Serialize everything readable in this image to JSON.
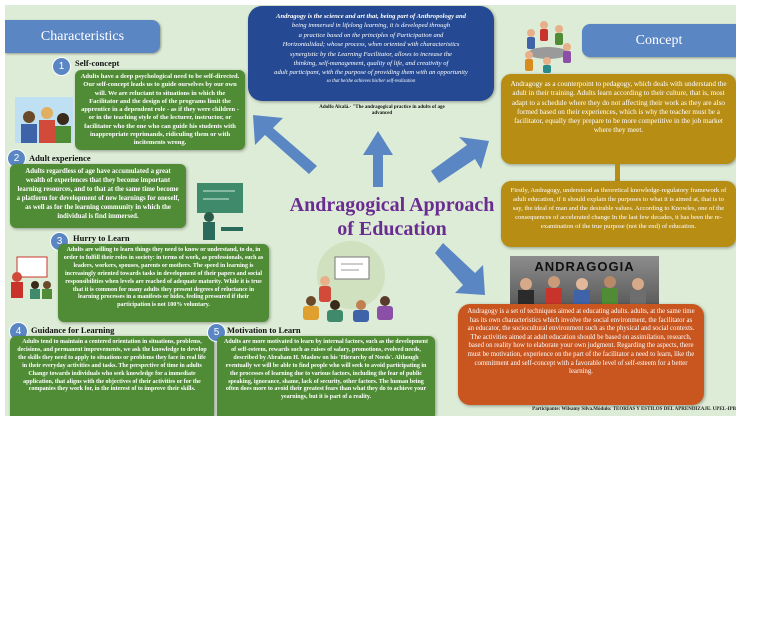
{
  "title": {
    "line1": "Andragogical Approach",
    "line2": "of Education"
  },
  "characteristics_tab": "Characteristics",
  "concept_tab": "Concept",
  "definition": {
    "lines": [
      "Andragogy is the science and art that, being part of Anthropology and",
      "being immersed in lifelong learning, it is developed through",
      "a practice based on the principles of Participation and",
      "Horizontalidad; whose process, when oriented with characteristics",
      "synergistic by the Learning Facilitator, allows to increase the",
      "thinking, self-management, quality of life, and creativity of",
      "adult participant, with the purpose of providing them with an opportunity",
      "so that he/she achieves his/her self-realization"
    ],
    "citation_line1": "Adolfo Alcalá.- \"The andragogical practice in adults of age",
    "citation_line2": "advanced"
  },
  "characteristics": [
    {
      "number": "1",
      "heading": "Self-concept",
      "text": "Adults have a deep psychological need to be self-directed. Our self-concept leads us to guide ourselves by our own will. We are reluctant to situations in which the Facilitator and the design of the programs limit the apprentice in a dependent role - as if they were children - or in the teaching style of the lecturer, instructor, or facilitator who the one who can guide his students with inappropriate reprimands, ridiculing them or with incitements wrong."
    },
    {
      "number": "2",
      "heading": "Adult experience",
      "text": "Adults regardless of age have accumulated a great wealth of experiences that they become important learning resources, and to that at the same time become a platform for development of new learnings for oneself, as well as for the learning community in which the individual is find immersed."
    },
    {
      "number": "3",
      "heading": "Hurry to Learn",
      "text": "Adults are willing to learn things they need to know or understand, to do, in order to fulfill their roles in society: in terms of work, as professionals, such as leaders, workers, spouses, parents or mothers. The speed in learning is increasingly oriented towards tasks in development of their papers and social responsibilities when levels are reached of adequate maturity. While it is true that it is common for many adults they present degrees of reluctance in learning processes in a manifests or hides, feeling pressured if their participation is not 100% voluntary."
    },
    {
      "number": "4",
      "heading": "Guidance for Learning",
      "text": "Adults tend to maintain a centered orientation in situations, problems, decisions, and permanent improvements, we ask the knowledge to develop the skills they need to apply to situations or problems they face in real life in their everyday activities and tasks. The perspective of time in adults Change towards individuals who seek knowledge for a immediate application, that aligns with the objectives of their activities or for the companies they work for, in the interest of to improve their skills."
    },
    {
      "number": "5",
      "heading": "Motivation to Learn",
      "text": "Adults are more motivated to learn by internal factors, such as the development of self-esteem, rewards such as raises of salary, promotions, evolved needs, described by Abraham H. Maslow on his 'Hierarchy of Needs'. Although eventually we will be able to find people who will seek to avoid participating in the processes of learning due to various factors, including the fear of public speaking, ignorance, shame, lack of security, other factors. The human being often does more to avoid their greatest fears than what they do to achieve your yearnings, but it is part of a reality."
    }
  ],
  "concept_boxes": [
    {
      "text": "Andragogy as a counterpoint to pedagogy, which deals with understand the adult in their training. Adults learn according to their culture, that is, most adapt to a schedule where they do not affecting their work as they are also formed based on their experiences, which is why the teacher must be a facilitator, equally they prepare to be more competitive in the job market where they meet."
    },
    {
      "text": "Firstly, Andragogy, understood as theoretical knowledge-regulatory framework of adult education, if it should explain the purposes to what it is aimed at, that is to say, the ideal of man and the desirable values. According to Knowles, one of the consequences of accelerated change In the last few decades, it has been the re-examination of the true purpose (not the end) of education."
    },
    {
      "text": "Andragogy is a set of techniques aimed at educating adults. adults, at the same time has its own characteristics which involve the social environment, the facilitator as an educator, the sociocultural environment such as the physical and social contexts. The activities aimed at adult education should be based on assimilation, research, based on reality how to elaborate your own judgment. Regarding the aspects, there must be motivation, experience on the part of the facilitator a need to learn, like the commitment and self-concept with a favorable level of self-esteem for a better learning."
    }
  ],
  "andragogia_label": "ANDRAGOGIA",
  "footer": "Participante: Wilsamy Silva.Módulo: TEORÍAS Y ESTILOS DEL APRENDIZAJE. UPEL-IPB",
  "colors": {
    "green": "#4f8c35",
    "gold": "#b78d14",
    "orange": "#c9551f",
    "navy": "#254a93",
    "blue": "#5b86c4",
    "title": "#6a2c91",
    "background": "#ddecd6"
  }
}
